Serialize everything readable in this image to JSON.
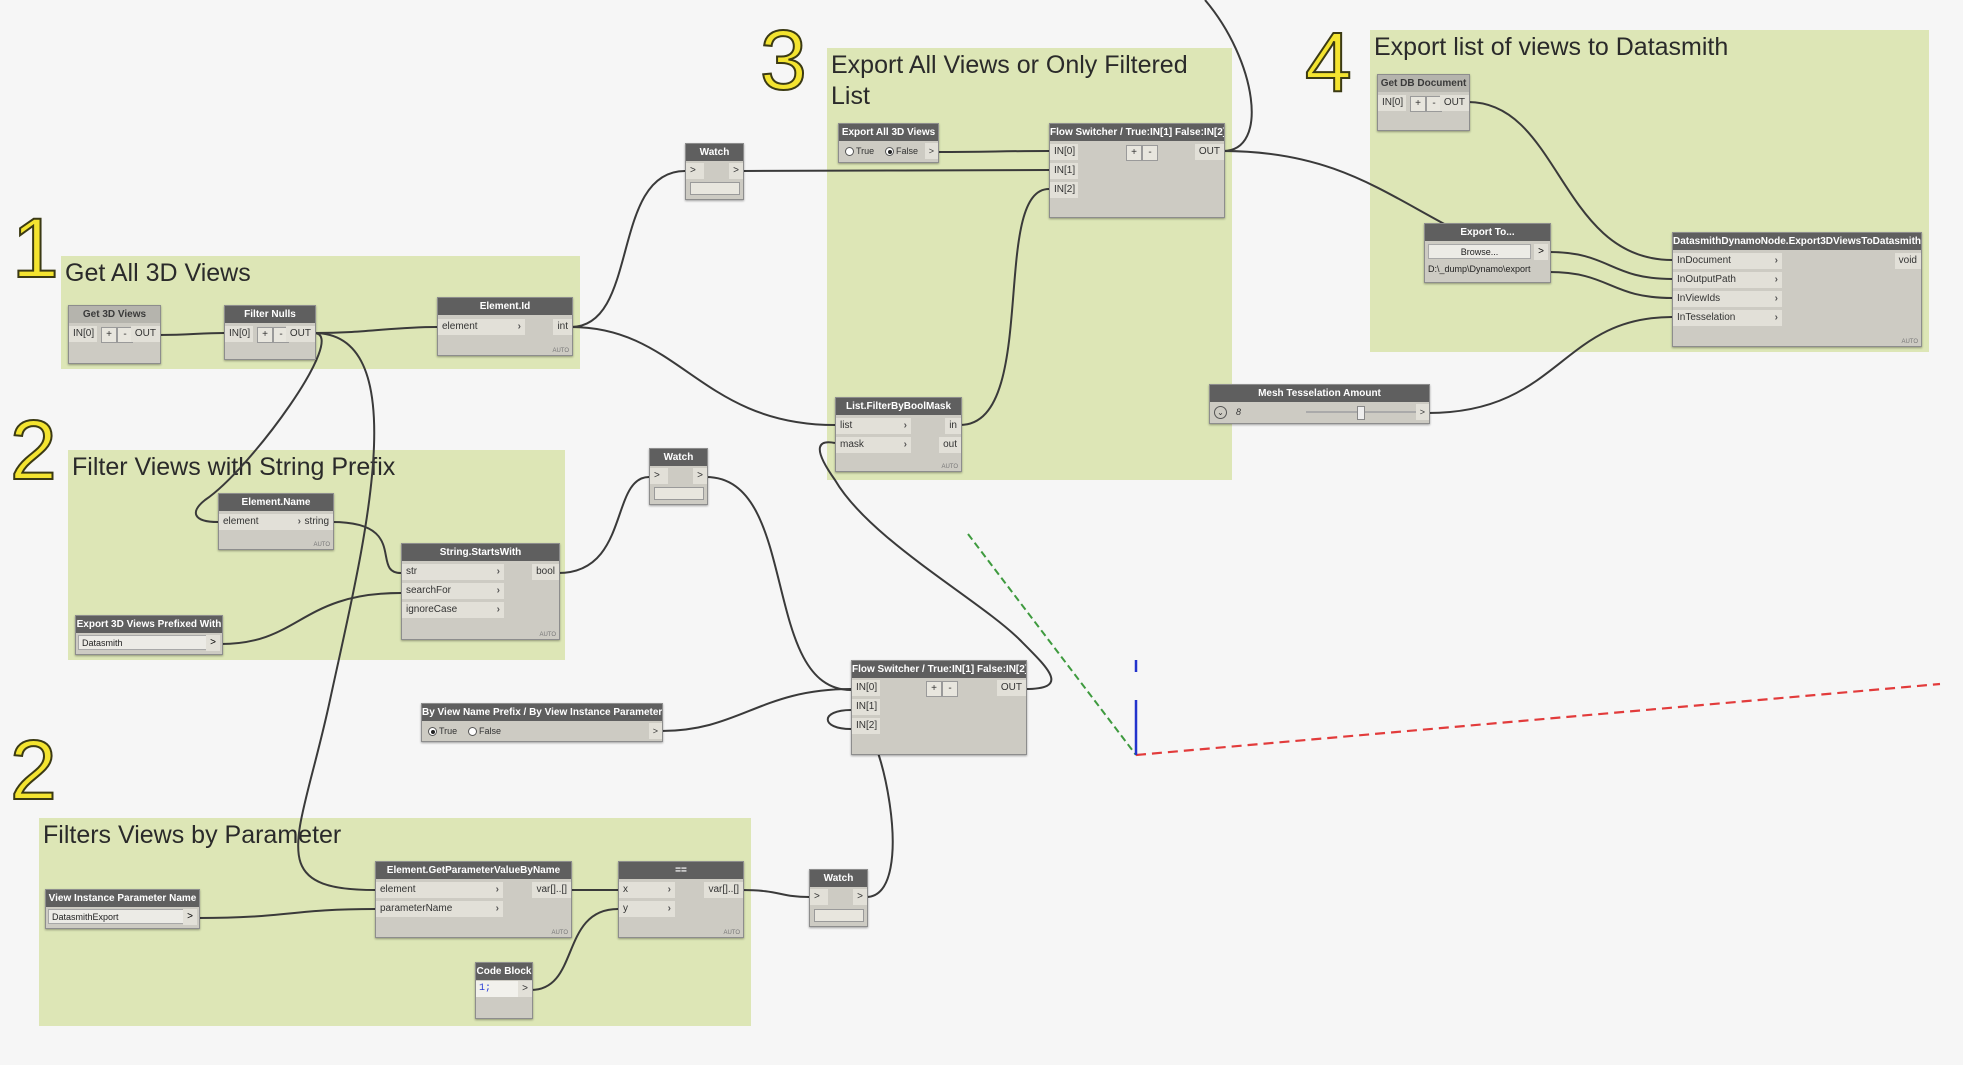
{
  "groups": [
    {
      "id": "g1",
      "title": "Get All 3D Views",
      "number": "1"
    },
    {
      "id": "g2",
      "title": "Filter Views with String Prefix",
      "number": "2"
    },
    {
      "id": "g2b",
      "title": "Filters Views by Parameter",
      "number": "2"
    },
    {
      "id": "g3",
      "title": "Export All Views or Only Filtered List",
      "number": "3"
    },
    {
      "id": "g4",
      "title": "Export list of views to Datasmith",
      "number": "4"
    }
  ],
  "nodes": {
    "get3d": {
      "title": "Get 3D Views",
      "in": "IN[0]",
      "plus": "+",
      "minus": "-",
      "out": "OUT"
    },
    "filternulls": {
      "title": "Filter Nulls",
      "in": "IN[0]",
      "plus": "+",
      "minus": "-",
      "out": "OUT"
    },
    "elementid": {
      "title": "Element.Id",
      "in": "element",
      "out": "int",
      "auto": "AUTO"
    },
    "watch1": {
      "title": "Watch",
      "in": ">",
      "out": ">"
    },
    "exportall": {
      "title": "Export All 3D Views",
      "opt_true": "True",
      "opt_false": "False",
      "selected": "False",
      "out": ">"
    },
    "flow1": {
      "title": "Flow Switcher / True:IN[1] False:IN[2]",
      "in0": "IN[0]",
      "in1": "IN[1]",
      "in2": "IN[2]",
      "plus": "+",
      "minus": "-",
      "out": "OUT"
    },
    "filterbymask": {
      "title": "List.FilterByBoolMask",
      "in_list": "list",
      "in_mask": "mask",
      "out_in": "in",
      "out_out": "out",
      "auto": "AUTO"
    },
    "getdb": {
      "title": "Get DB Document",
      "in": "IN[0]",
      "plus": "+",
      "minus": "-",
      "out": "OUT"
    },
    "exportto": {
      "title": "Export To...",
      "browse": "Browse...",
      "out": ">",
      "path": "D:\\_dump\\Dynamo\\export"
    },
    "datasmith": {
      "title": "DatasmithDynamoNode.Export3DViewsToDatasmith",
      "in1": "InDocument",
      "in2": "InOutputPath",
      "in3": "InViewIds",
      "in4": "InTesselation",
      "out": "void",
      "auto": "AUTO"
    },
    "mesh": {
      "title": "Mesh Tesselation Amount",
      "value": "8",
      "out": ">"
    },
    "elementname": {
      "title": "Element.Name",
      "in": "element",
      "out": "string",
      "auto": "AUTO"
    },
    "startswith": {
      "title": "String.StartsWith",
      "in1": "str",
      "in2": "searchFor",
      "in3": "ignoreCase",
      "out": "bool",
      "auto": "AUTO"
    },
    "prefix": {
      "title": "Export 3D Views Prefixed With",
      "value": "Datasmith",
      "out": ">"
    },
    "watch2": {
      "title": "Watch",
      "in": ">",
      "out": ">"
    },
    "byviewname": {
      "title": "By View Name Prefix / By View Instance Parameter",
      "opt_true": "True",
      "opt_false": "False",
      "selected": "True",
      "out": ">"
    },
    "flow2": {
      "title": "Flow Switcher / True:IN[1] False:IN[2]",
      "in0": "IN[0]",
      "in1": "IN[1]",
      "in2": "IN[2]",
      "plus": "+",
      "minus": "-",
      "out": "OUT"
    },
    "paramname": {
      "title": "View Instance Parameter Name",
      "value": "DatasmithExport",
      "out": ">"
    },
    "getparam": {
      "title": "Element.GetParameterValueByName",
      "in1": "element",
      "in2": "parameterName",
      "out": "var[]..[]",
      "auto": "AUTO"
    },
    "equals": {
      "title": "==",
      "in1": "x",
      "in2": "y",
      "out": "var[]..[]",
      "auto": "AUTO"
    },
    "watch3": {
      "title": "Watch",
      "in": ">",
      "out": ">"
    },
    "codeblock": {
      "title": "Code Block",
      "code": "1;",
      "out": ">"
    }
  },
  "colors": {
    "background": "#f6f6f6",
    "group": "#dde6b6",
    "node_header": "#5f5f5f",
    "node_body": "#cdcbc3",
    "number": "#f4e430",
    "wire": "#3a3a3a",
    "axis_x": "#e23b3b",
    "axis_y": "#3e9a3e",
    "axis_z": "#2233cc"
  }
}
